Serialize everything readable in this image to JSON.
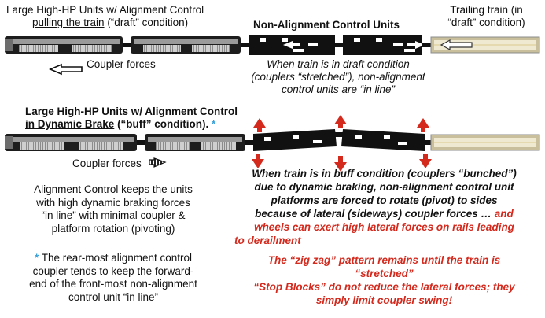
{
  "top": {
    "heading_l1": "Large High-HP Units w/ Alignment Control",
    "heading_l2_underlined": "pulling the train",
    "heading_l2_rest": " (“draft” condition)",
    "non_alignment_label": "Non-Alignment Control Units",
    "trailing_l1": "Trailing train (in",
    "trailing_l2": "“draft” condition)",
    "coupler_forces": "Coupler forces",
    "note_l1": "When train is in draft condition",
    "note_l2": "(couplers “stretched”), non-alignment",
    "note_l3": "control units are “in line”"
  },
  "bottom": {
    "heading_l1": "Large High-HP Units w/ Alignment Control",
    "heading_l2_underlined": "in Dynamic Brake",
    "heading_l2_rest": " (“buff” condition).",
    "asterisk": "*",
    "coupler_forces": "Coupler forces",
    "left_l1": "Alignment Control keeps the units",
    "left_l2": "with high dynamic braking forces",
    "left_l3": "“in line” with minimal coupler &",
    "left_l4": "platform rotation (pivoting)",
    "foot_l1": " The rear-most alignment control",
    "foot_l2": "coupler tends to keep the forward-",
    "foot_l3": "end of the front-most non-alignment",
    "foot_l4": "control unit “in line”",
    "right_l1": "When train is in buff condition (couplers “bunched”)",
    "right_l2": "due to dynamic braking, non-alignment control unit",
    "right_l3": "platforms are forced to rotate (pivot) to sides",
    "right_l4_black": "because of lateral (sideways) coupler forces … ",
    "right_l4_red": "and",
    "right_l5": "wheels can exert high lateral forces on rails leading",
    "right_l6": "to derailment",
    "red_l1": "The “zig zag” pattern remains until the train is",
    "red_l2": "“stretched”",
    "red_l3": "“Stop Blocks” do not reduce the lateral forces; they",
    "red_l4": "simply limit coupler swing!"
  },
  "colors": {
    "accent_red": "#d42a1e",
    "asterisk_blue": "#3aa0d8"
  }
}
